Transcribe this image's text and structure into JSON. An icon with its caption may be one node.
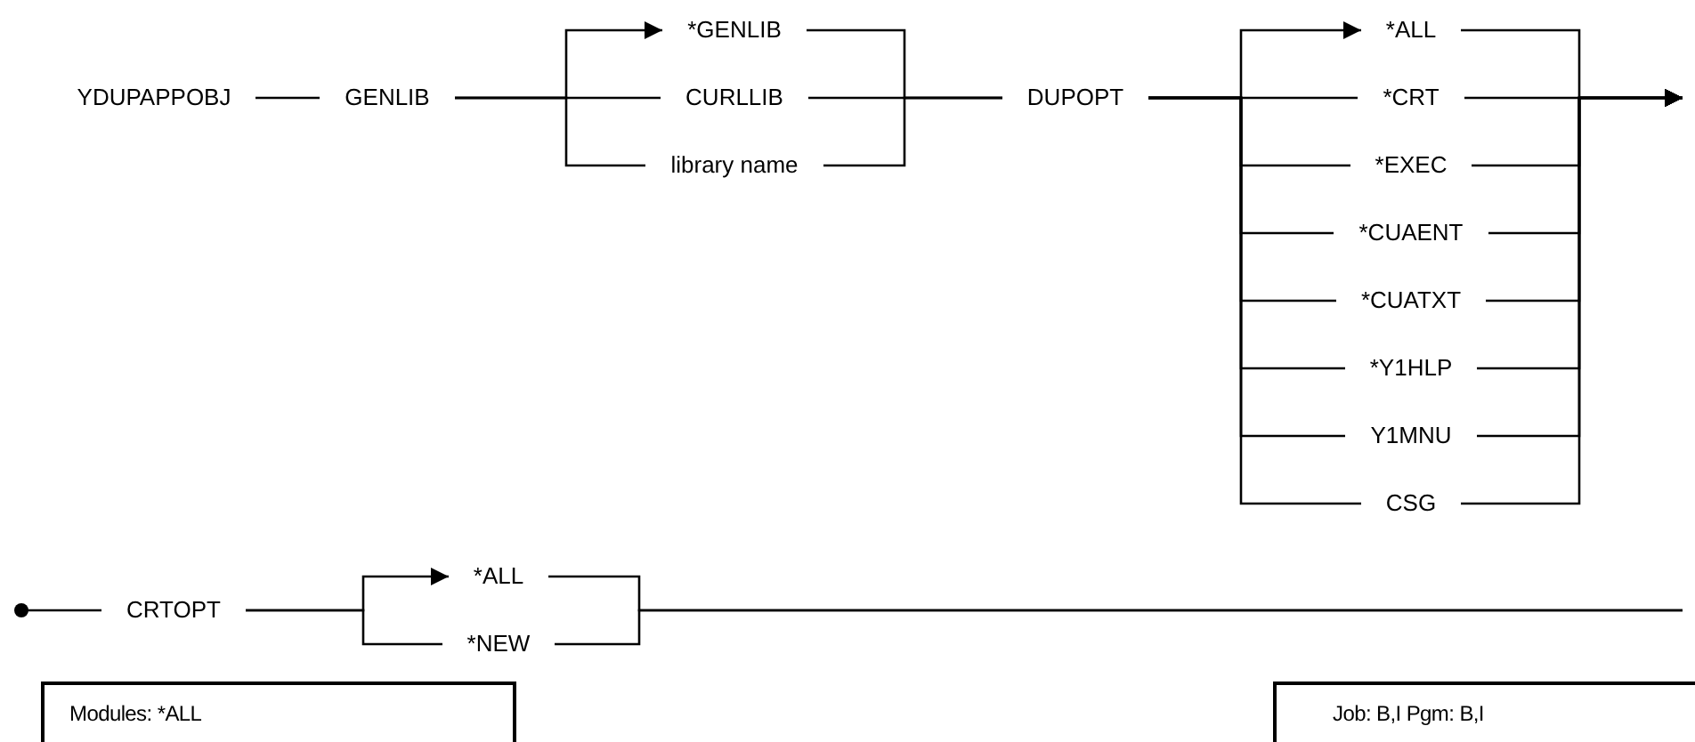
{
  "diagram": {
    "nodes": [
      {
        "text": [
          "YDUPAPPOBJ"
        ]
      },
      {
        "text": [
          "GENLIB"
        ]
      },
      {
        "text": [
          "*GENLIB"
        ]
      },
      {
        "text": [
          "CURLLIB"
        ]
      },
      {
        "text": [
          "library name"
        ]
      },
      {
        "text": [
          "DUPOPT"
        ]
      },
      {
        "text": [
          "*ALL"
        ]
      },
      {
        "text": [
          "*CRT"
        ]
      },
      {
        "text": [
          "*EXEC"
        ]
      },
      {
        "text": [
          "*CUAENT"
        ]
      },
      {
        "text": [
          "*CUATXT"
        ]
      },
      {
        "text": [
          "*Y1HLP"
        ]
      },
      {
        "text": [
          "Y1MNU"
        ]
      },
      {
        "text": [
          "CSG"
        ]
      },
      {
        "text": [
          "CRTOPT"
        ]
      },
      {
        "text": [
          "*ALL"
        ]
      },
      {
        "text": [
          "*NEW"
        ]
      },
      {
        "text": [
          "Modules: *ALL"
        ]
      },
      {
        "text": [
          "Job: B,I Pgm: B,I"
        ]
      }
    ],
    "edges": [
      {
        "from": 0,
        "to": 1,
        "arrow": "none"
      },
      {
        "from": 1,
        "to": 2,
        "arrow": "to"
      },
      {
        "from": 1,
        "to": 3,
        "arrow": "none"
      },
      {
        "from": 1,
        "to": 4,
        "arrow": "none"
      },
      {
        "from": 2,
        "to": 5,
        "arrow": "none"
      },
      {
        "from": 3,
        "to": 5,
        "arrow": "none"
      },
      {
        "from": 4,
        "to": 5,
        "arrow": "none"
      },
      {
        "from": 5,
        "to": 6,
        "arrow": "to"
      },
      {
        "from": 5,
        "to": 7,
        "arrow": "none"
      },
      {
        "from": 5,
        "to": 8,
        "arrow": "none"
      },
      {
        "from": 5,
        "to": 9,
        "arrow": "none"
      },
      {
        "from": 5,
        "to": 10,
        "arrow": "none"
      },
      {
        "from": 5,
        "to": 11,
        "arrow": "none"
      },
      {
        "from": 5,
        "to": 12,
        "arrow": "none"
      },
      {
        "from": 5,
        "to": 13,
        "arrow": "none"
      },
      {
        "from": 6,
        "to": null,
        "arrow": "to"
      },
      {
        "from": 7,
        "to": null,
        "arrow": "to"
      },
      {
        "from": 8,
        "to": null,
        "arrow": "to"
      },
      {
        "from": 9,
        "to": null,
        "arrow": "to"
      },
      {
        "from": 10,
        "to": null,
        "arrow": "to"
      },
      {
        "from": 11,
        "to": null,
        "arrow": "to"
      },
      {
        "from": 12,
        "to": null,
        "arrow": "to"
      },
      {
        "from": 13,
        "to": null,
        "arrow": "to"
      },
      {
        "from": null,
        "to": 14,
        "arrow": "other"
      },
      {
        "from": 14,
        "to": 15,
        "arrow": "to"
      },
      {
        "from": 14,
        "to": 16,
        "arrow": "none"
      },
      {
        "from": 15,
        "to": null,
        "arrow": "none"
      },
      {
        "from": 16,
        "to": null,
        "arrow": "none"
      }
    ]
  }
}
